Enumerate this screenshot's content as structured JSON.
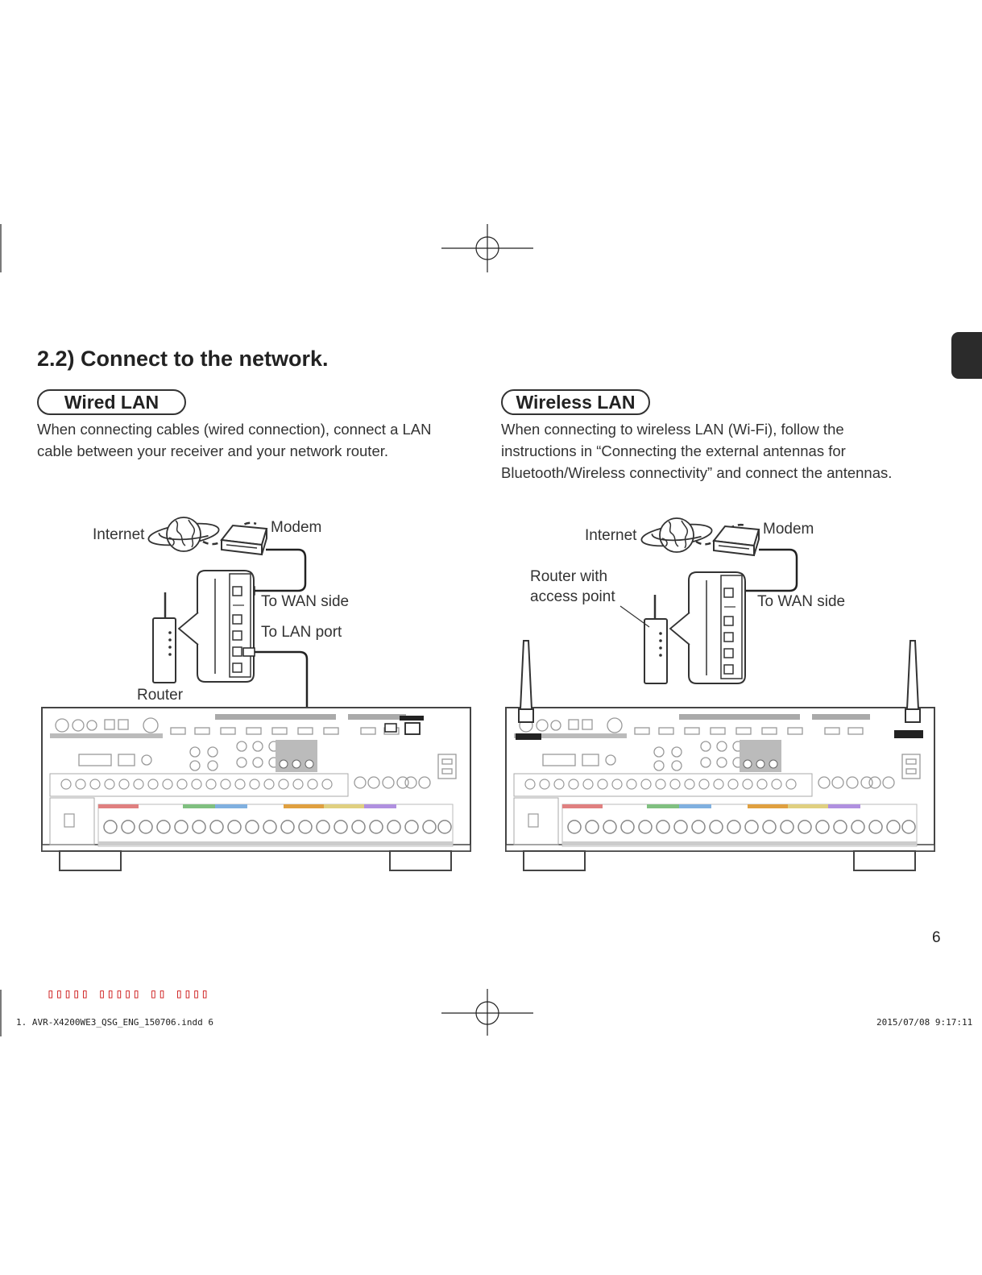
{
  "heading": "2.2) Connect to the network.",
  "wired": {
    "title": "Wired LAN",
    "text_lines": [
      "When connecting cables (wired connection), connect a LAN",
      "cable between your receiver and your network router."
    ],
    "labels": {
      "internet": "Internet",
      "modem": "Modem",
      "to_wan": "To WAN side",
      "to_lan": "To LAN port",
      "router": "Router"
    }
  },
  "wireless": {
    "title": "Wireless LAN",
    "text_lines": [
      "When connecting to wireless LAN (Wi-Fi), follow the",
      "instructions in “Connecting the external antennas for",
      "Bluetooth/Wireless connectivity” and connect the antennas."
    ],
    "labels": {
      "internet": "Internet",
      "modem": "Modem",
      "router_line1": "Router with",
      "router_line2": "access point",
      "to_wan": "To WAN side"
    }
  },
  "page_number": "6",
  "footer": {
    "file": "1. AVR-X4200WE3_QSG_ENG_150706.indd   6",
    "date": "2015/07/08   9:17:11"
  },
  "colors": {
    "text": "#333333",
    "tab": "#2b2b2b",
    "print_mark": "#cc1111"
  }
}
